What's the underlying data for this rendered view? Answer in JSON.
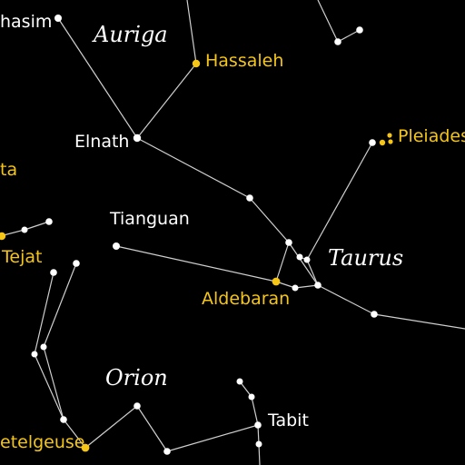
{
  "colors": {
    "background": "#000000",
    "line": "#cfcfcf",
    "white_star": "#ffffff",
    "highlight_star": "#f5c518"
  },
  "constellations": {
    "auriga": "Auriga",
    "taurus": "Taurus",
    "orion": "Orion"
  },
  "stars": {
    "hasim": "hasim",
    "hassaleh": "Hassaleh",
    "elnath": "Elnath",
    "pleiades": "Pleiades",
    "ta": "ta",
    "tianguan": "Tianguan",
    "tejat": "Tejat",
    "aldebaran": "Aldebaran",
    "tabit": "Tabit",
    "betelgeuse": "etelgeuse"
  }
}
